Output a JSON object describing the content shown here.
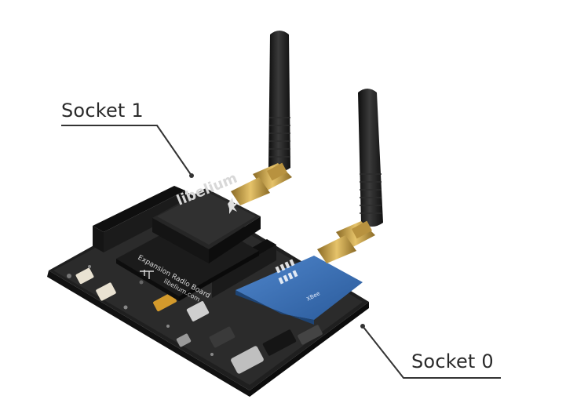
{
  "callouts": {
    "socket_1": "Socket 1",
    "socket_0": "Socket 0"
  },
  "board": {
    "logo_text": "libelium",
    "expansion_line1": "Expansion Radio Board",
    "expansion_url": "libelium.com",
    "xbee_text": "XBee"
  },
  "colors": {
    "pcb": "#2a2a2a",
    "antenna": "#1c1c1c",
    "gold": "#c9a14a",
    "module_blue": "#3a6fb5",
    "callout_line": "#333333"
  }
}
